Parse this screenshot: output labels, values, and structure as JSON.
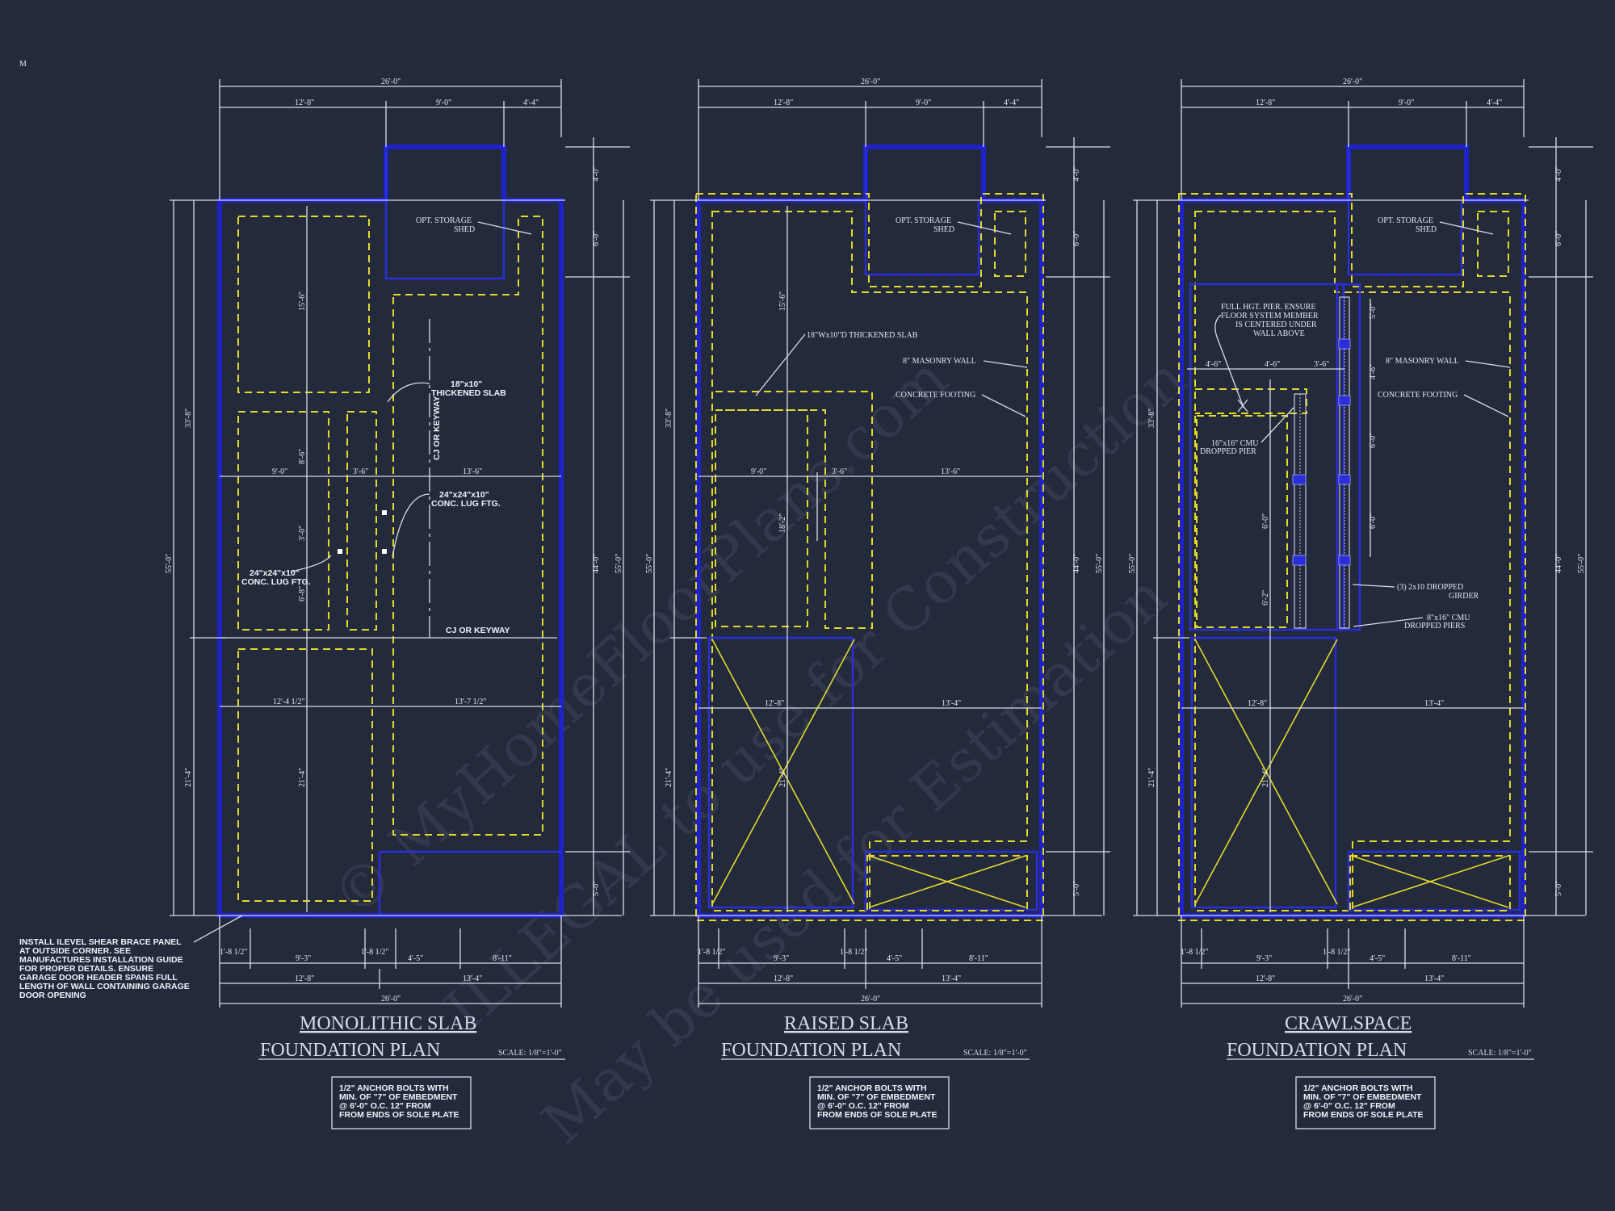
{
  "corner_mark": "M",
  "plans": {
    "mono": {
      "title1": "MONOLITHIC SLAB",
      "title2": "FOUNDATION PLAN",
      "scale": "SCALE: 1/8\"=1'-0\"",
      "note": [
        "1/2\"  ANCHOR BOLTS WITH",
        "MIN. OF \"7\" OF EMBEDMENT",
        "@ 6'-0\" O.C. 12\" FROM",
        "FROM ENDS OF SOLE PLATE"
      ],
      "shed": [
        "OPT. STORAGE",
        "SHED"
      ],
      "thick_slab": [
        "18\"x10\"",
        "THICKENED SLAB"
      ],
      "lug_right": [
        "24\"x24\"x10\"",
        "CONC. LUG FTG."
      ],
      "lug_left": [
        "24\"x24\"x10\"",
        "CONC. LUG FTG."
      ],
      "cj_vertical": "CJ OR KEYWAY",
      "cj_horizontal": "CJ OR KEYWAY",
      "shear_note": [
        "INSTALL ILEVEL SHEAR BRACE PANEL",
        "AT OUTSIDE CORNER. SEE",
        "MANUFACTURES INSTALLATION GUIDE",
        "FOR PROPER DETAILS. ENSURE",
        "GARAGE DOOR HEADER SPANS FULL",
        "LENGTH OF WALL CONTAINING GARAGE",
        "DOOR OPENING"
      ],
      "dims": {
        "overall": "26'-0\"",
        "top_a": "12'-8\"",
        "top_b": "9'-0\"",
        "top_c": "4'-4\"",
        "mid_a": "9'-0\"",
        "mid_b": "3'-6\"",
        "mid_c": "13'-6\"",
        "low_a": "12'-4 1/2\"",
        "low_b": "13'-7 1/2\"",
        "bot_a": "1'-8 1/2\"",
        "bot_b": "9'-3\"",
        "bot_c": "1'-8 1/2\"",
        "bot_d": "4'-5\"",
        "bot_e": "8'-11\"",
        "bot2_a": "12'-8\"",
        "bot2_b": "13'-4\"",
        "bot3": "26'-0\"",
        "left_total": "55'-0\"",
        "left_a": "33'-8\"",
        "left_b": "21'-4\"",
        "in_a": "15'-6\"",
        "in_b": "8'-6\"",
        "in_c": "3'-0\"",
        "in_d": "6'-8\"",
        "in_e": "21'-4\"",
        "right_a": "4'-0\"",
        "right_b": "6'-0\"",
        "right_c": "44'-0\"",
        "right_d": "5'-0\"",
        "right_total": "55'-0\""
      }
    },
    "raised": {
      "title1": "RAISED SLAB",
      "title2": "FOUNDATION PLAN",
      "scale": "SCALE: 1/8\"=1'-0\"",
      "note": [
        "1/2\"  ANCHOR BOLTS WITH",
        "MIN. OF \"7\" OF EMBEDMENT",
        "@ 6'-0\" O.C. 12\" FROM",
        "FROM ENDS OF SOLE PLATE"
      ],
      "shed": [
        "OPT. STORAGE",
        "SHED"
      ],
      "thick_slab": "18\"Wx10\"D THICKENED SLAB",
      "masonry": "8\" MASONRY WALL",
      "footing": "CONCRETE FOOTING",
      "dims": {
        "overall": "26'-0\"",
        "top_a": "12'-8\"",
        "top_b": "9'-0\"",
        "top_c": "4'-4\"",
        "mid_a": "9'-0\"",
        "mid_b": "3'-6\"",
        "mid_c": "13'-6\"",
        "low_a": "12'-8\"",
        "low_b": "13'-4\"",
        "bot_a": "1'-8 1/2\"",
        "bot_b": "9'-3\"",
        "bot_c": "1'-8 1/2\"",
        "bot_d": "4'-5\"",
        "bot_e": "8'-11\"",
        "bot2_a": "12'-8\"",
        "bot2_b": "13'-4\"",
        "bot3": "26'-0\"",
        "left_total": "55'-0\"",
        "left_a": "33'-8\"",
        "left_b": "21'-4\"",
        "in_a": "15'-6\"",
        "in_b": "18'-2\"",
        "in_c": "21'-4\"",
        "right_a": "4'-0\"",
        "right_b": "6'-0\"",
        "right_c": "44'-0\"",
        "right_d": "5'-0\"",
        "right_total": "55'-0\""
      }
    },
    "crawl": {
      "title1": "CRAWLSPACE",
      "title2": "FOUNDATION PLAN",
      "scale": "SCALE: 1/8\"=1'-0\"",
      "note": [
        "1/2\"  ANCHOR BOLTS WITH",
        "MIN. OF \"7\" OF EMBEDMENT",
        "@ 6'-0\" O.C. 12\" FROM",
        "FROM ENDS OF SOLE PLATE"
      ],
      "shed": [
        "OPT. STORAGE",
        "SHED"
      ],
      "full_pier": [
        "FULL HGT. PIER. ENSURE",
        "FLOOR SYSTEM MEMBER",
        "IS CENTERED UNDER",
        "WALL ABOVE"
      ],
      "cmu_pier": [
        "16\"x16\" CMU",
        "DROPPED PIER"
      ],
      "masonry": "8\" MASONRY WALL",
      "footing": "CONCRETE FOOTING",
      "girder": [
        "(3) 2x10 DROPPED",
        "GIRDER"
      ],
      "piers": [
        "8\"x16\" CMU",
        "DROPPED PIERS"
      ],
      "dims": {
        "overall": "26'-0\"",
        "top_a": "12'-8\"",
        "top_b": "9'-0\"",
        "top_c": "4'-4\"",
        "mid_a": "4'-6\"",
        "mid_b": "4'-6\"",
        "mid_c": "3'-6\"",
        "low_a": "12'-8\"",
        "low_b": "13'-4\"",
        "bot_a": "1'-8 1/2\"",
        "bot_b": "9'-3\"",
        "bot_c": "1'-8 1/2\"",
        "bot_d": "4'-5\"",
        "bot_e": "8'-11\"",
        "bot2_a": "12'-8\"",
        "bot2_b": "13'-4\"",
        "bot3": "26'-0\"",
        "left_total": "55'-0\"",
        "left_a": "33'-8\"",
        "left_b": "21'-4\"",
        "in_a": "6'-0\"",
        "in_b": "6'-2\"",
        "in_c": "21'-4\"",
        "pier_a": "5'-0\"",
        "pier_b": "4'-6\"",
        "pier_c": "6'-0\"",
        "pier_d": "6'-0\"",
        "right_a": "4'-0\"",
        "right_b": "6'-0\"",
        "right_c": "44'-0\"",
        "right_d": "5'-0\"",
        "right_total": "55'-0\""
      }
    }
  },
  "watermark": {
    "line1": "© MyHomeFloorPlans.com",
    "line2": "ILLEGAL to use for Construction",
    "line3": "May be used for Estimation"
  },
  "colors": {
    "background": "#232a3c",
    "wall": "#1f22c8",
    "footing_dash": "#e3d92a",
    "dimension": "#d9dce6"
  }
}
